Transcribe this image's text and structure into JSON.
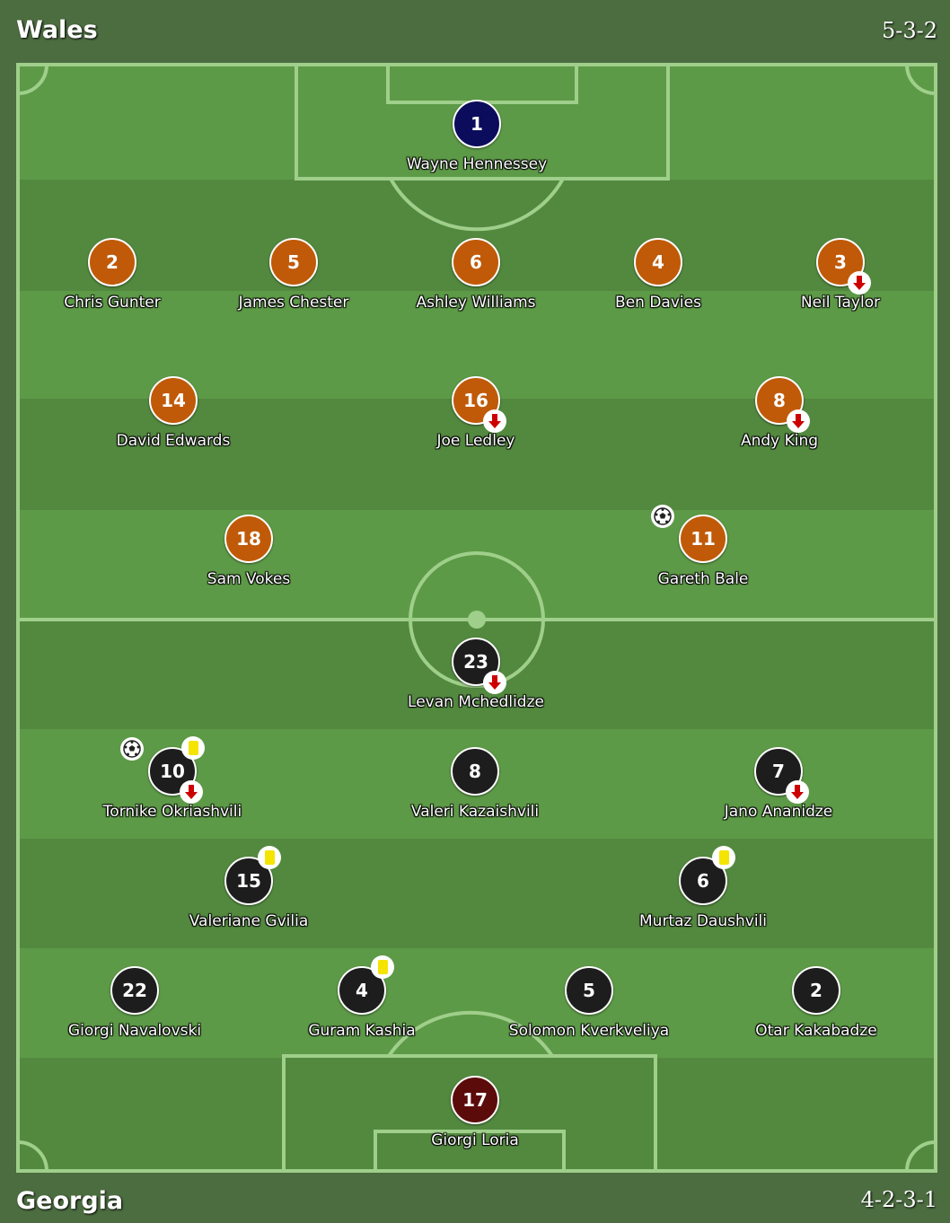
{
  "home": {
    "name": "Wales",
    "formation": "5-3-2"
  },
  "away": {
    "name": "Georgia",
    "formation": "4-2-3-1"
  },
  "colors": {
    "pitch_light": "#5d9a47",
    "pitch_dark": "#53893f",
    "lines": "#9fcf8b",
    "wales_outfield": "#c05a08",
    "wales_keeper": "#0c0c5c",
    "georgia_outfield": "#1d1d1d",
    "georgia_keeper": "#5c0b0b",
    "yellow_card": "#f4e400",
    "sub_arrow": "#cc0000"
  },
  "wales_players": [
    {
      "number": "1",
      "name": "Wayne Hennessey",
      "keeper": true,
      "sub_off": false,
      "yellow": false,
      "goal": false
    },
    {
      "number": "2",
      "name": "Chris Gunter",
      "sub_off": false,
      "yellow": false,
      "goal": false
    },
    {
      "number": "5",
      "name": "James Chester",
      "sub_off": false,
      "yellow": false,
      "goal": false
    },
    {
      "number": "6",
      "name": "Ashley Williams",
      "sub_off": false,
      "yellow": false,
      "goal": false
    },
    {
      "number": "4",
      "name": "Ben Davies",
      "sub_off": false,
      "yellow": false,
      "goal": false
    },
    {
      "number": "3",
      "name": "Neil Taylor",
      "sub_off": true,
      "yellow": false,
      "goal": false
    },
    {
      "number": "14",
      "name": "David Edwards",
      "sub_off": false,
      "yellow": false,
      "goal": false
    },
    {
      "number": "16",
      "name": "Joe Ledley",
      "sub_off": true,
      "yellow": false,
      "goal": false
    },
    {
      "number": "8",
      "name": "Andy King",
      "sub_off": true,
      "yellow": false,
      "goal": false
    },
    {
      "number": "18",
      "name": "Sam Vokes",
      "sub_off": false,
      "yellow": false,
      "goal": false
    },
    {
      "number": "11",
      "name": "Gareth Bale",
      "sub_off": false,
      "yellow": false,
      "goal": true
    }
  ],
  "georgia_players": [
    {
      "number": "23",
      "name": "Levan Mchedlidze",
      "sub_off": true,
      "yellow": false,
      "goal": false
    },
    {
      "number": "10",
      "name": "Tornike Okriashvili",
      "sub_off": true,
      "yellow": true,
      "goal": true
    },
    {
      "number": "8",
      "name": "Valeri Kazaishvili",
      "sub_off": false,
      "yellow": false,
      "goal": false
    },
    {
      "number": "7",
      "name": "Jano Ananidze",
      "sub_off": true,
      "yellow": false,
      "goal": false
    },
    {
      "number": "15",
      "name": "Valeriane Gvilia",
      "sub_off": false,
      "yellow": true,
      "goal": false
    },
    {
      "number": "6",
      "name": "Murtaz Daushvili",
      "sub_off": false,
      "yellow": true,
      "goal": false
    },
    {
      "number": "22",
      "name": "Giorgi Navalovski",
      "sub_off": false,
      "yellow": false,
      "goal": false
    },
    {
      "number": "4",
      "name": "Guram Kashia",
      "sub_off": false,
      "yellow": true,
      "goal": false
    },
    {
      "number": "5",
      "name": "Solomon Kverkveliya",
      "sub_off": false,
      "yellow": false,
      "goal": false
    },
    {
      "number": "2",
      "name": "Otar Kakabadze",
      "sub_off": false,
      "yellow": false,
      "goal": false
    },
    {
      "number": "17",
      "name": "Giorgi Loria",
      "keeper": true,
      "sub_off": false,
      "yellow": false,
      "goal": false
    }
  ]
}
